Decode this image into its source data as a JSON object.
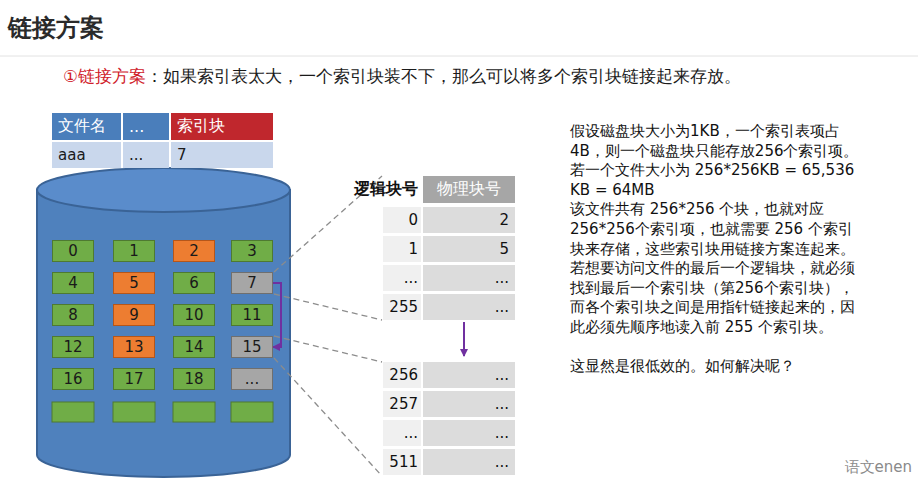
{
  "diagram": {
    "title": "链接方案",
    "nodes": [
      {
        "text": [
          "0"
        ]
      },
      {
        "text": [
          "1"
        ]
      },
      {
        "text": [
          "2"
        ]
      },
      {
        "text": [
          "3"
        ]
      },
      {
        "text": [
          "4"
        ]
      },
      {
        "text": [
          "5"
        ]
      },
      {
        "text": [
          "6"
        ]
      },
      {
        "text": [
          "7"
        ]
      },
      {
        "text": [
          "8"
        ]
      },
      {
        "text": [
          "9"
        ]
      },
      {
        "text": [
          "10"
        ]
      },
      {
        "text": [
          "11"
        ]
      },
      {
        "text": [
          "12"
        ]
      },
      {
        "text": [
          "13"
        ]
      },
      {
        "text": [
          "14"
        ]
      },
      {
        "text": [
          "15"
        ]
      },
      {
        "text": [
          "16"
        ]
      },
      {
        "text": [
          "17"
        ]
      },
      {
        "text": [
          "18"
        ]
      },
      {
        "text": [
          "..."
        ]
      }
    ],
    "edges": [
      {
        "from": 7,
        "to": 15,
        "arrow": "to"
      }
    ],
    "labels": [
      "①链接方案",
      "：如果索引表太大，一个索引块装不下，那么可以将多个索引块链接起来存放。",
      "文件名",
      "...",
      "索引块",
      "aaa",
      "...",
      "7",
      "逻辑块号",
      "物理块号",
      "0",
      "2",
      "1",
      "5",
      "...",
      "...",
      "255",
      "...",
      "256",
      "...",
      "257",
      "...",
      "...",
      "...",
      "511",
      "...",
      "假设磁盘块大小为1KB，一个索引表项占4B，则一个磁盘块只能存放256个索引项。",
      "若一个文件大小为 256*256KB = 65,536 KB = 64MB",
      "该文件共有 256*256 个块，也就对应256*256个索引项，也就需要 256 个索引块来存储，这些索引块用链接方案连起来。",
      "若想要访问文件的最后一个逻辑块，就必须找到最后一个索引块（第256个索引块），而各个索引块之间是用指针链接起来的，因此必须先顺序地读入前 255 个索引块。",
      "这显然是很低效的。如何解决呢？",
      "语文enen"
    ]
  }
}
